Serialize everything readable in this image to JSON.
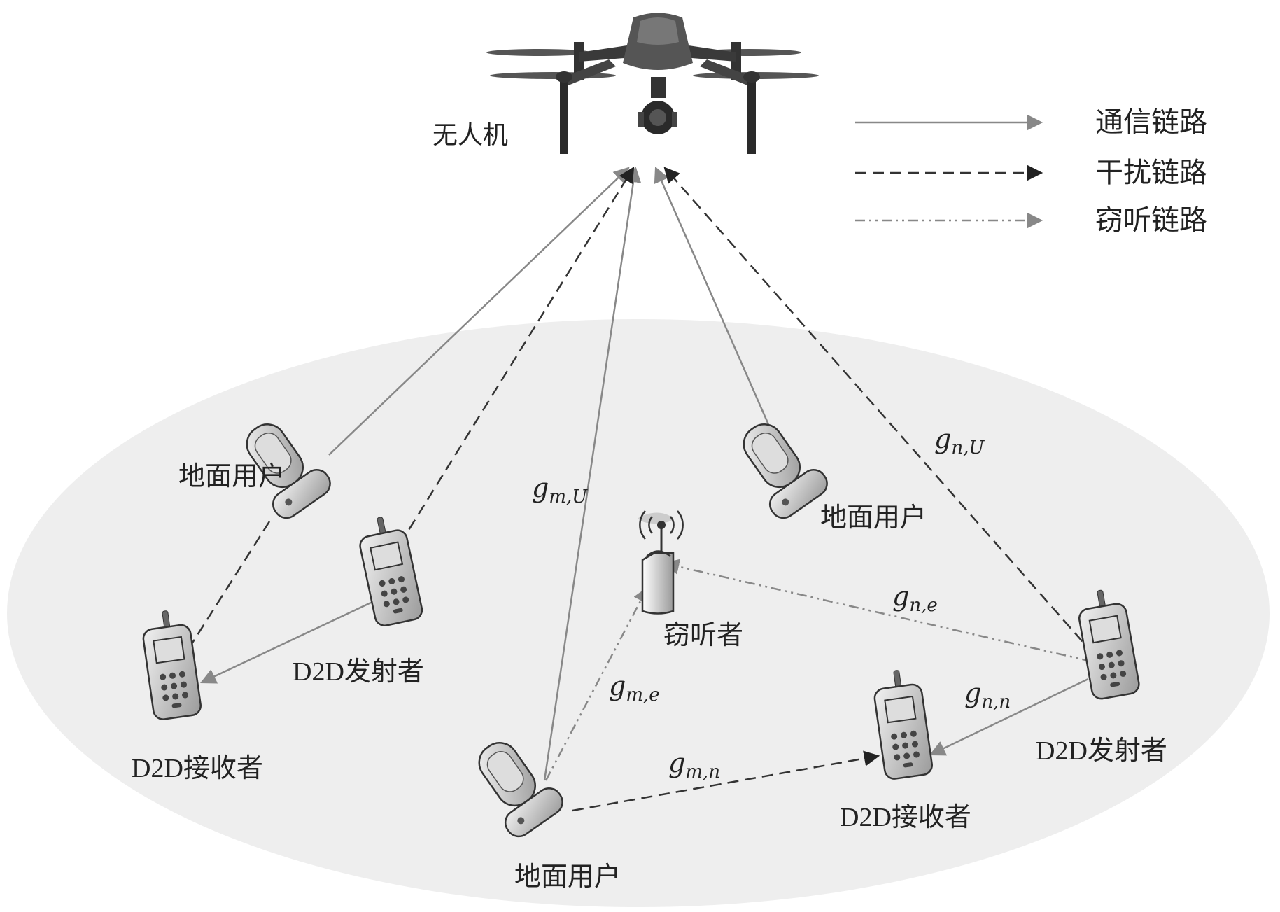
{
  "drone_label": "无人机",
  "legend": {
    "communication": "通信链路",
    "interference": "干扰链路",
    "eavesdrop": "窃听链路"
  },
  "nodes": {
    "ground_user_1": "地面用户",
    "ground_user_2": "地面用户",
    "ground_user_3": "地面用户",
    "d2d_tx_1": "D2D发射者",
    "d2d_tx_2": "D2D发射者",
    "d2d_rx_1": "D2D接收者",
    "d2d_rx_2": "D2D接收者",
    "eavesdropper": "窃听者"
  },
  "channel_labels": {
    "g_mU": {
      "base": "g",
      "sub": "m,U"
    },
    "g_nU": {
      "base": "g",
      "sub": "n,U"
    },
    "g_ne": {
      "base": "g",
      "sub": "n,e"
    },
    "g_me": {
      "base": "g",
      "sub": "m,e"
    },
    "g_nn": {
      "base": "g",
      "sub": "n,n"
    },
    "g_mn": {
      "base": "g",
      "sub": "m,n"
    }
  },
  "colors": {
    "ellipse_fill": "#eeeeee",
    "communication_line": "#888888",
    "interference_line": "#333333",
    "eavesdrop_line": "#888888"
  }
}
